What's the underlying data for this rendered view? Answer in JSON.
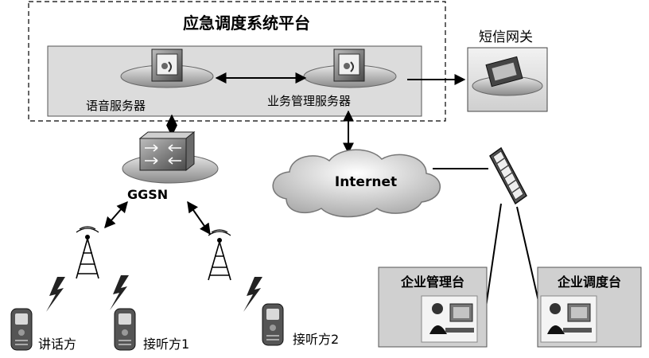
{
  "platform": {
    "title": "应急调度系统平台",
    "voice_server_label": "语音服务器",
    "business_server_label": "业务管理服务器"
  },
  "sms_gateway": {
    "label": "短信网关"
  },
  "ggsn": {
    "label": "GGSN"
  },
  "internet": {
    "label": "Internet"
  },
  "phones": [
    {
      "label": "讲话方"
    },
    {
      "label": "接听方1"
    },
    {
      "label": "接听方2"
    }
  ],
  "enterprise": {
    "management_label": "企业管理台",
    "dispatch_label": "企业调度台"
  }
}
